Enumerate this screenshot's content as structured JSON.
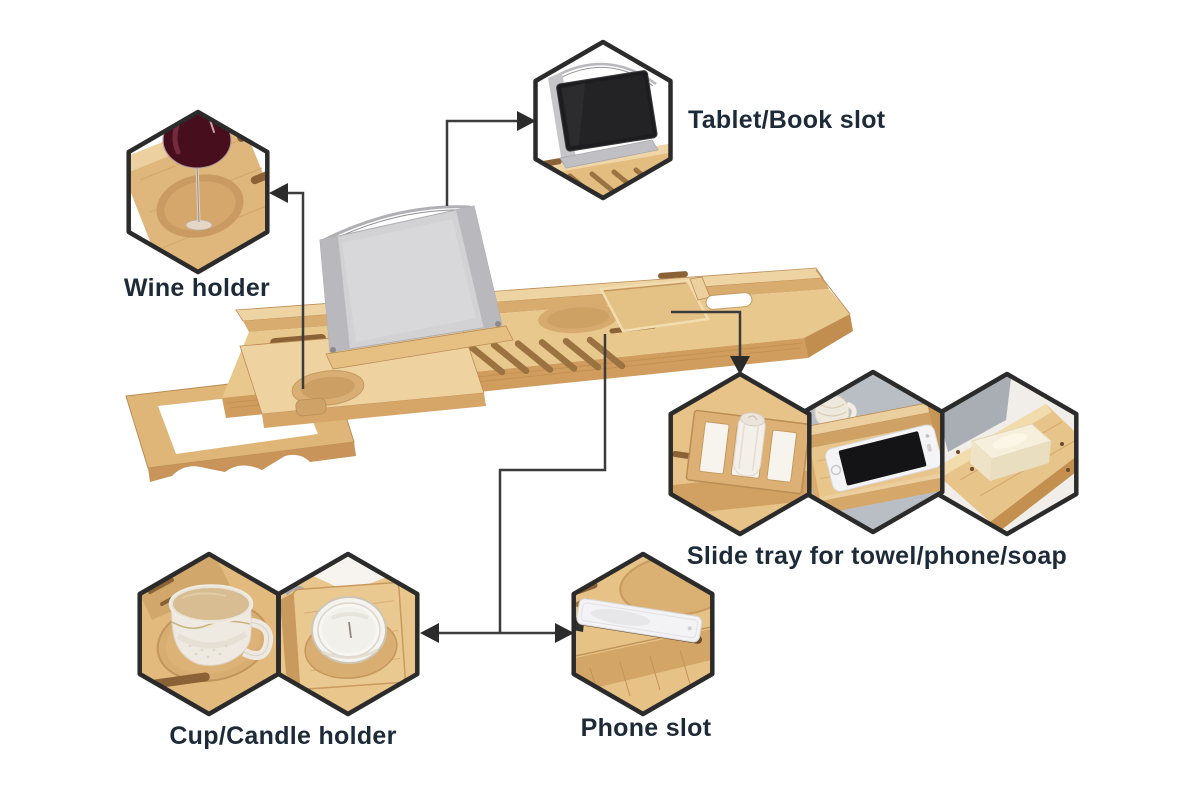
{
  "colors": {
    "background": "#ffffff",
    "label_text": "#1d2b39",
    "hex_border": "#2b2b2b",
    "connector_line": "#3b3b3b",
    "arrowhead": "#2b2b2b",
    "bamboo_light": "#e9c88e",
    "bamboo_mid": "#dfb678",
    "bamboo_dark": "#d09d5e",
    "stand_gray": "#d2d2d5",
    "wine_red": "#470e1d"
  },
  "features": [
    {
      "id": "wine-holder",
      "label": "Wine holder"
    },
    {
      "id": "tablet-book-slot",
      "label": "Tablet/Book slot"
    },
    {
      "id": "slide-tray",
      "label": "Slide tray for towel/phone/soap"
    },
    {
      "id": "cup-candle-holder",
      "label": "Cup/Candle holder"
    },
    {
      "id": "phone-slot",
      "label": "Phone slot"
    }
  ]
}
